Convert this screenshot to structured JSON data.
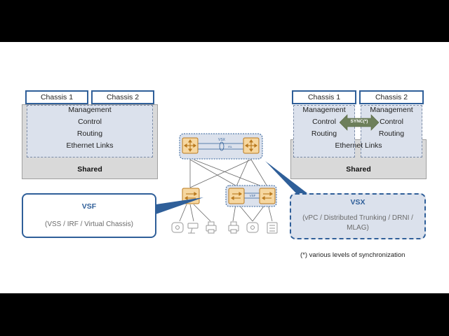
{
  "left_stack": {
    "chassis_1": "Chassis 1",
    "chassis_2": "Chassis 2",
    "layers": [
      "Management",
      "Control",
      "Routing",
      "Ethernet Links"
    ],
    "shared": "Shared"
  },
  "right_stack": {
    "chassis_1": "Chassis 1",
    "chassis_2": "Chassis 2",
    "layers": [
      "Management",
      "Control",
      "Routing"
    ],
    "ethernet": "Ethernet Links",
    "shared": "Shared",
    "sync_label": "SYNC(*)"
  },
  "topology": {
    "vsx_label": "VSX",
    "isl_label": "ISL",
    "vsf_label": "VSF"
  },
  "vsf_callout": {
    "title": "VSF",
    "subtitle": "(VSS / IRF / Virtual Chassis)"
  },
  "vsx_callout": {
    "title": "VSX",
    "subtitle_line1": "(vPC / Distributed Trunking / DRNI /",
    "subtitle_line2": "MLAG)"
  },
  "footnote": "(*) various levels of synchronization",
  "colors": {
    "accent_blue": "#2f5f99",
    "layer_fill": "#dbe1ec",
    "shared_fill": "#d9d9d9",
    "switch_orange": "#e8a33a",
    "sync_arrow": "#6d7f5a"
  }
}
